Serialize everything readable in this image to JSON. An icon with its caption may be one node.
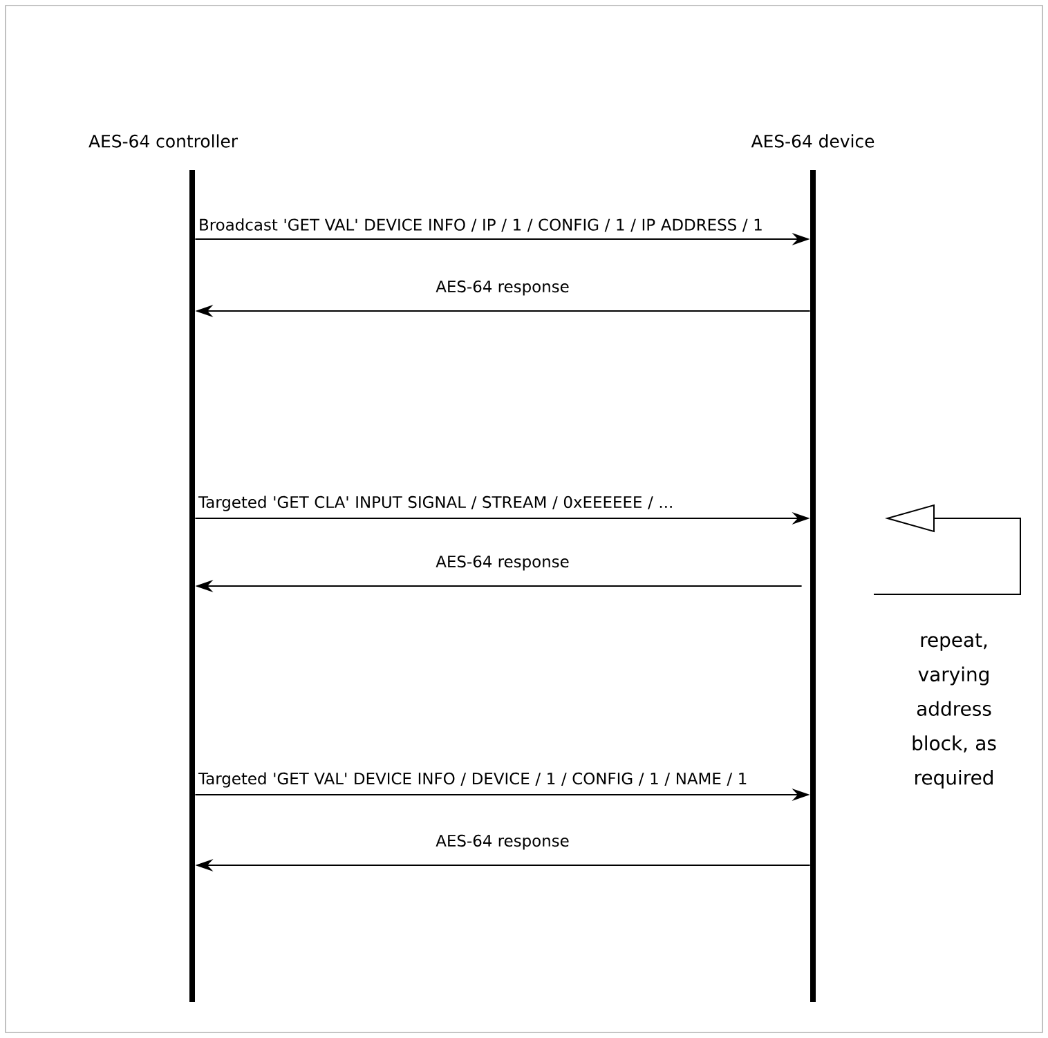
{
  "diagram": {
    "nodes": [
      {
        "text": [
          "AES-64 controller"
        ]
      },
      {
        "text": [
          "AES-64 device"
        ]
      }
    ],
    "edges": [
      {
        "from": 0,
        "to": 1,
        "arrow": "to",
        "label": "Broadcast 'GET VAL' DEVICE INFO / IP / 1 / CONFIG / 1 / IP ADDRESS / 1"
      },
      {
        "from": 1,
        "to": 0,
        "arrow": "to",
        "label": "AES-64 response"
      },
      {
        "from": 0,
        "to": 1,
        "arrow": "to",
        "label": "Targeted 'GET CLA' INPUT SIGNAL / STREAM / 0xEEEEEE / ..."
      },
      {
        "from": 1,
        "to": 0,
        "arrow": "to",
        "label": "AES-64 response"
      },
      {
        "from": 0,
        "to": 1,
        "arrow": "to",
        "label": "Targeted 'GET VAL' DEVICE INFO / DEVICE / 1 / CONFIG / 1 / NAME / 1"
      },
      {
        "from": 1,
        "to": 0,
        "arrow": "to",
        "label": "AES-64 response"
      }
    ],
    "labels": [
      "repeat, varying address block, as required"
    ]
  }
}
